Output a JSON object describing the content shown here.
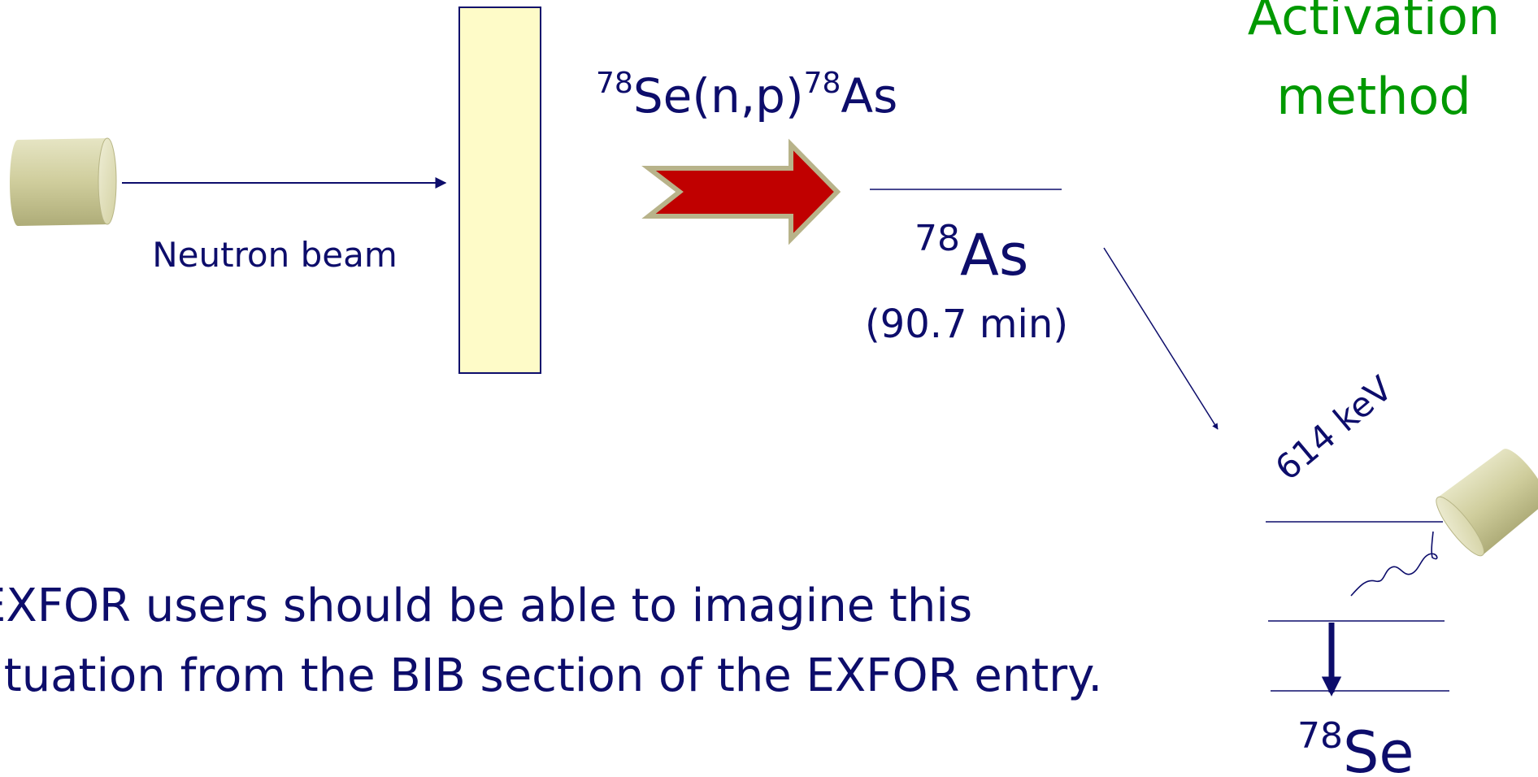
{
  "slide": {
    "heading": {
      "line1": "Activation",
      "line2": "method"
    },
    "beam_label": "Neutron beam",
    "reaction": {
      "target_mass": "78",
      "target_symbol": "Se",
      "projectile_ejectile": "(n,p)",
      "product_mass": "78",
      "product_symbol": "As"
    },
    "product_level": {
      "mass": "78",
      "symbol": "As",
      "half_life": "(90.7 min)"
    },
    "gamma_energy": "614 keV",
    "daughter": {
      "mass": "78",
      "symbol": "Se"
    },
    "note": {
      "line1": "EXFOR users should be able to imagine this",
      "line2": "situation from the BIB section of the EXFOR entry."
    }
  },
  "colors": {
    "text": "#0d0d6b",
    "heading": "#009900",
    "arrow_fill": "#c00000",
    "arrow_outline": "#b8b38a",
    "sample_fill": "#fefbc8",
    "cylinder": "#d6d4a6"
  },
  "icons": {
    "neutron_source": "cylinder-source-icon",
    "detector": "cylinder-detector-icon",
    "process_arrow": "block-arrow-right-icon",
    "gamma": "wavy-gamma-icon"
  }
}
